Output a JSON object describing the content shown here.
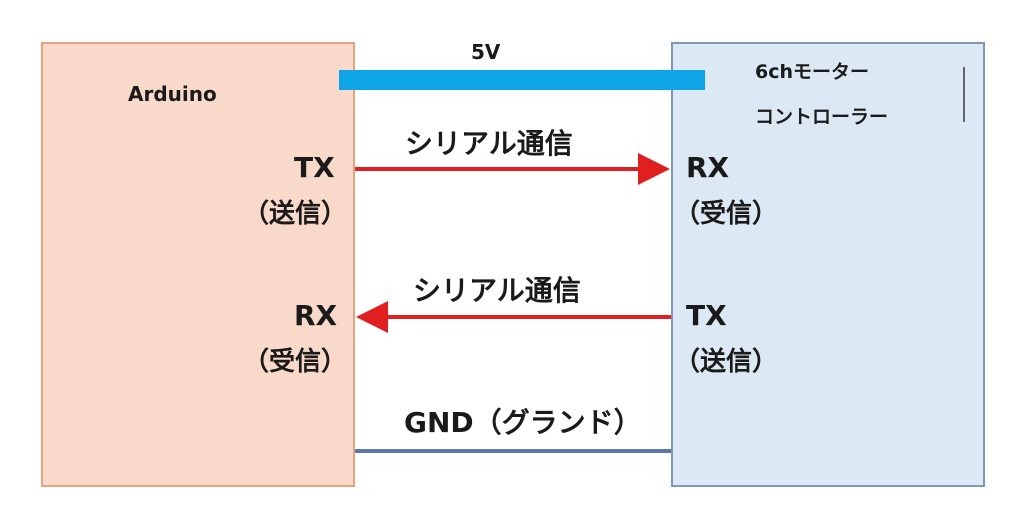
{
  "left_box": {
    "title": "Arduino",
    "tx": "TX",
    "tx_sub": "（送信）",
    "rx": "RX",
    "rx_sub": "（受信）",
    "fill": "#f9d9c9",
    "border": "#e9a27f"
  },
  "right_box": {
    "title_line1": "6chモーター",
    "title_line2": "コントローラー",
    "rx": "RX",
    "rx_sub": "（受信）",
    "tx": "TX",
    "tx_sub": "（送信）",
    "fill": "#dde8f5",
    "border": "#7f97b6"
  },
  "connections": {
    "power_label": "5V",
    "serial_top_label": "シリアル通信",
    "serial_bottom_label": "シリアル通信",
    "gnd_label": "GND（グランド）"
  },
  "colors": {
    "power_line": "#0ea4e6",
    "serial_arrow": "#e02020",
    "gnd_line": "#5a77a8"
  }
}
